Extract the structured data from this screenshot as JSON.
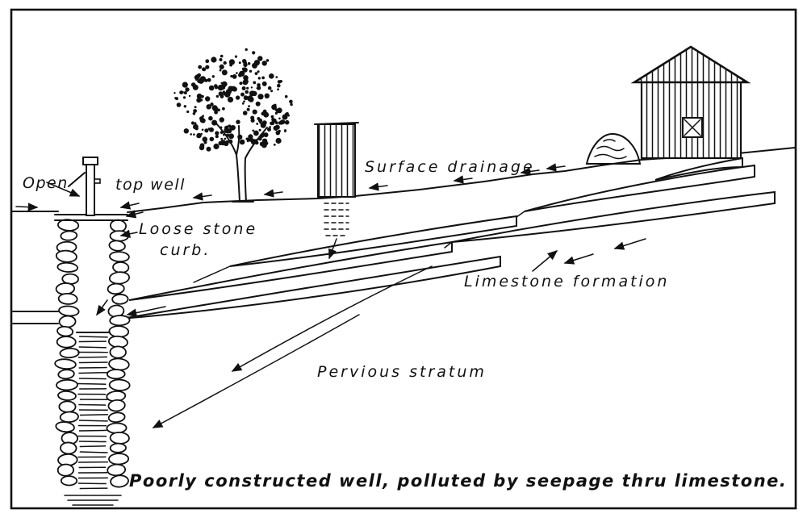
{
  "figure": {
    "labels": {
      "open": "Open",
      "top_well": "top well",
      "loose_stone_line1": "Loose stone",
      "loose_stone_line2": "curb.",
      "surface_drainage": "Surface drainage",
      "limestone_formation": "Limestone formation",
      "pervious_stratum": "Pervious stratum"
    },
    "caption": "Poorly constructed well, polluted by seepage thru limestone.",
    "colors": {
      "ink": "#111111",
      "paper": "#ffffff"
    }
  }
}
